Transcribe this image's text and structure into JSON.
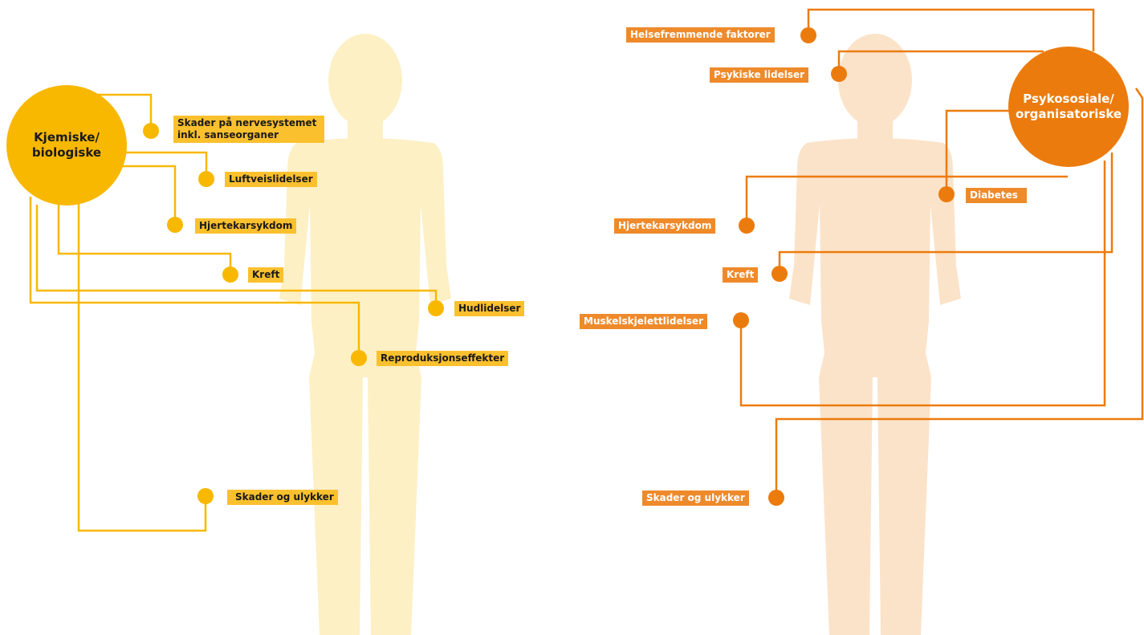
{
  "colors": {
    "chemical": "#f8b800",
    "chemical_label_bg": "#fbc02d",
    "chemical_body": "#fdf0c5",
    "psychosocial": "#ec7b0d",
    "psychosocial_label_bg": "#ef8a2b",
    "psychosocial_body": "#fbe3c9"
  },
  "diagrams": {
    "chemical": {
      "hub_lines": [
        "Kjemiske/",
        "biologiske"
      ],
      "labels": {
        "nervous_system": [
          "Skader på nervesystemet",
          "inkl. sanseorganer"
        ],
        "respiratory": "Luftveislidelser",
        "cardiovascular": "Hjertekarsykdom",
        "cancer": "Kreft",
        "skin": "Hudlidelser",
        "reproductive": "Reproduksjonseffekter",
        "injuries": "Skader og ulykker"
      }
    },
    "psychosocial": {
      "hub_lines": [
        "Psykososiale/",
        "organisatoriske"
      ],
      "labels": {
        "health_promoting": "Helsefremmende faktorer",
        "mental": "Psykiske lidelser",
        "cardiovascular": "Hjertekarsykdom",
        "diabetes": "Diabetes",
        "cancer": "Kreft",
        "musculoskeletal": "Muskelskjelettlidelser",
        "injuries": "Skader og ulykker"
      }
    }
  }
}
